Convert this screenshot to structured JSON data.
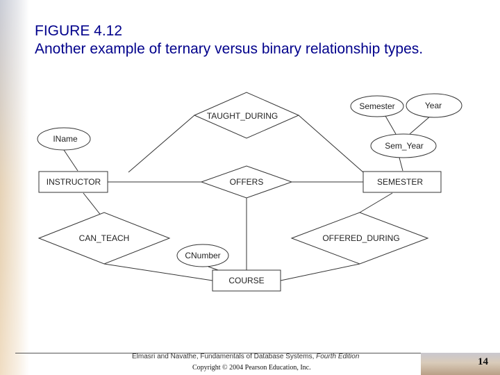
{
  "slide": {
    "title_line1": "FIGURE 4.12",
    "title_line2": "Another example of ternary versus binary relationship types.",
    "page_number": "14"
  },
  "diagram": {
    "entities": {
      "instructor": "INSTRUCTOR",
      "semester": "SEMESTER",
      "course": "COURSE"
    },
    "relationships": {
      "taught_during": "TAUGHT_DURING",
      "offers": "OFFERS",
      "can_teach": "CAN_TEACH",
      "offered_during": "OFFERED_DURING"
    },
    "attributes": {
      "iname": "IName",
      "semester": "Semester",
      "year": "Year",
      "sem_year": "Sem_Year",
      "cnumber": "CNumber"
    }
  },
  "footer": {
    "book_prefix": "Elmasri and Navathe, Fundamentals of Database Systems, ",
    "book_edition": "Fourth Edition",
    "copyright": "Copyright © 2004 Pearson Education, Inc."
  },
  "colors": {
    "title": "#00008b",
    "line": "#333333"
  }
}
